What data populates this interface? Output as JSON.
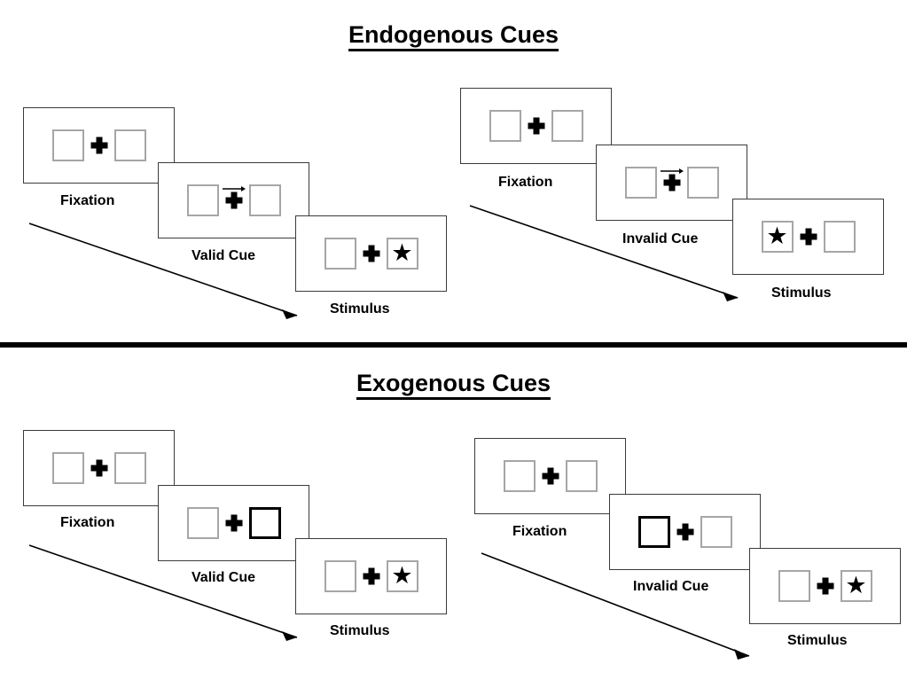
{
  "figure": {
    "title_endogenous": "Endogenous Cues",
    "title_exogenous": "Exogenous Cues",
    "divider_color": "#000000"
  },
  "labels": {
    "fixation": "Fixation",
    "valid_cue": "Valid Cue",
    "invalid_cue": "Invalid Cue",
    "stimulus": "Stimulus"
  },
  "panels": [
    {
      "id": "endogenous-valid",
      "section": "Endogenous Cues",
      "cue_type": "endogenous",
      "trial_type": "valid",
      "frames": [
        {
          "stage": "Fixation",
          "caption": "Fixation",
          "left_box": {
            "border": "thin-gray",
            "content": "empty"
          },
          "center": {
            "plus": true,
            "arrow_cue": "none"
          },
          "right_box": {
            "border": "thin-gray",
            "content": "empty"
          }
        },
        {
          "stage": "Cue",
          "caption": "Valid Cue",
          "left_box": {
            "border": "thin-gray",
            "content": "empty"
          },
          "center": {
            "plus": true,
            "arrow_cue": "right"
          },
          "right_box": {
            "border": "thin-gray",
            "content": "empty"
          }
        },
        {
          "stage": "Stimulus",
          "caption": "Stimulus",
          "left_box": {
            "border": "thin-gray",
            "content": "empty"
          },
          "center": {
            "plus": true,
            "arrow_cue": "none"
          },
          "right_box": {
            "border": "thin-gray",
            "content": "star"
          }
        }
      ]
    },
    {
      "id": "endogenous-invalid",
      "section": "Endogenous Cues",
      "cue_type": "endogenous",
      "trial_type": "invalid",
      "frames": [
        {
          "stage": "Fixation",
          "caption": "Fixation",
          "left_box": {
            "border": "thin-gray",
            "content": "empty"
          },
          "center": {
            "plus": true,
            "arrow_cue": "none"
          },
          "right_box": {
            "border": "thin-gray",
            "content": "empty"
          }
        },
        {
          "stage": "Cue",
          "caption": "Invalid Cue",
          "left_box": {
            "border": "thin-gray",
            "content": "empty"
          },
          "center": {
            "plus": true,
            "arrow_cue": "right"
          },
          "right_box": {
            "border": "thin-gray",
            "content": "empty"
          }
        },
        {
          "stage": "Stimulus",
          "caption": "Stimulus",
          "left_box": {
            "border": "thin-gray",
            "content": "star"
          },
          "center": {
            "plus": true,
            "arrow_cue": "none"
          },
          "right_box": {
            "border": "thin-gray",
            "content": "empty"
          }
        }
      ]
    },
    {
      "id": "exogenous-valid",
      "section": "Exogenous Cues",
      "cue_type": "exogenous",
      "trial_type": "valid",
      "frames": [
        {
          "stage": "Fixation",
          "caption": "Fixation",
          "left_box": {
            "border": "thin-gray",
            "content": "empty"
          },
          "center": {
            "plus": true,
            "arrow_cue": "none"
          },
          "right_box": {
            "border": "thin-gray",
            "content": "empty"
          }
        },
        {
          "stage": "Cue",
          "caption": "Valid Cue",
          "left_box": {
            "border": "thin-gray",
            "content": "empty"
          },
          "center": {
            "plus": true,
            "arrow_cue": "none"
          },
          "right_box": {
            "border": "bold-black",
            "content": "empty"
          }
        },
        {
          "stage": "Stimulus",
          "caption": "Stimulus",
          "left_box": {
            "border": "thin-gray",
            "content": "empty"
          },
          "center": {
            "plus": true,
            "arrow_cue": "none"
          },
          "right_box": {
            "border": "thin-gray",
            "content": "star"
          }
        }
      ]
    },
    {
      "id": "exogenous-invalid",
      "section": "Exogenous Cues",
      "cue_type": "exogenous",
      "trial_type": "invalid",
      "frames": [
        {
          "stage": "Fixation",
          "caption": "Fixation",
          "left_box": {
            "border": "thin-gray",
            "content": "empty"
          },
          "center": {
            "plus": true,
            "arrow_cue": "none"
          },
          "right_box": {
            "border": "thin-gray",
            "content": "empty"
          }
        },
        {
          "stage": "Cue",
          "caption": "Invalid Cue",
          "left_box": {
            "border": "bold-black",
            "content": "empty"
          },
          "center": {
            "plus": true,
            "arrow_cue": "none"
          },
          "right_box": {
            "border": "thin-gray",
            "content": "empty"
          }
        },
        {
          "stage": "Stimulus",
          "caption": "Stimulus",
          "left_box": {
            "border": "thin-gray",
            "content": "empty"
          },
          "center": {
            "plus": true,
            "arrow_cue": "none"
          },
          "right_box": {
            "border": "thin-gray",
            "content": "star"
          }
        }
      ]
    }
  ],
  "icons": {
    "star": "★",
    "arrow_cue": "arrow-right-icon",
    "time_arrow": "time-flow-arrow-icon",
    "plus": "fixation-cross-icon"
  }
}
